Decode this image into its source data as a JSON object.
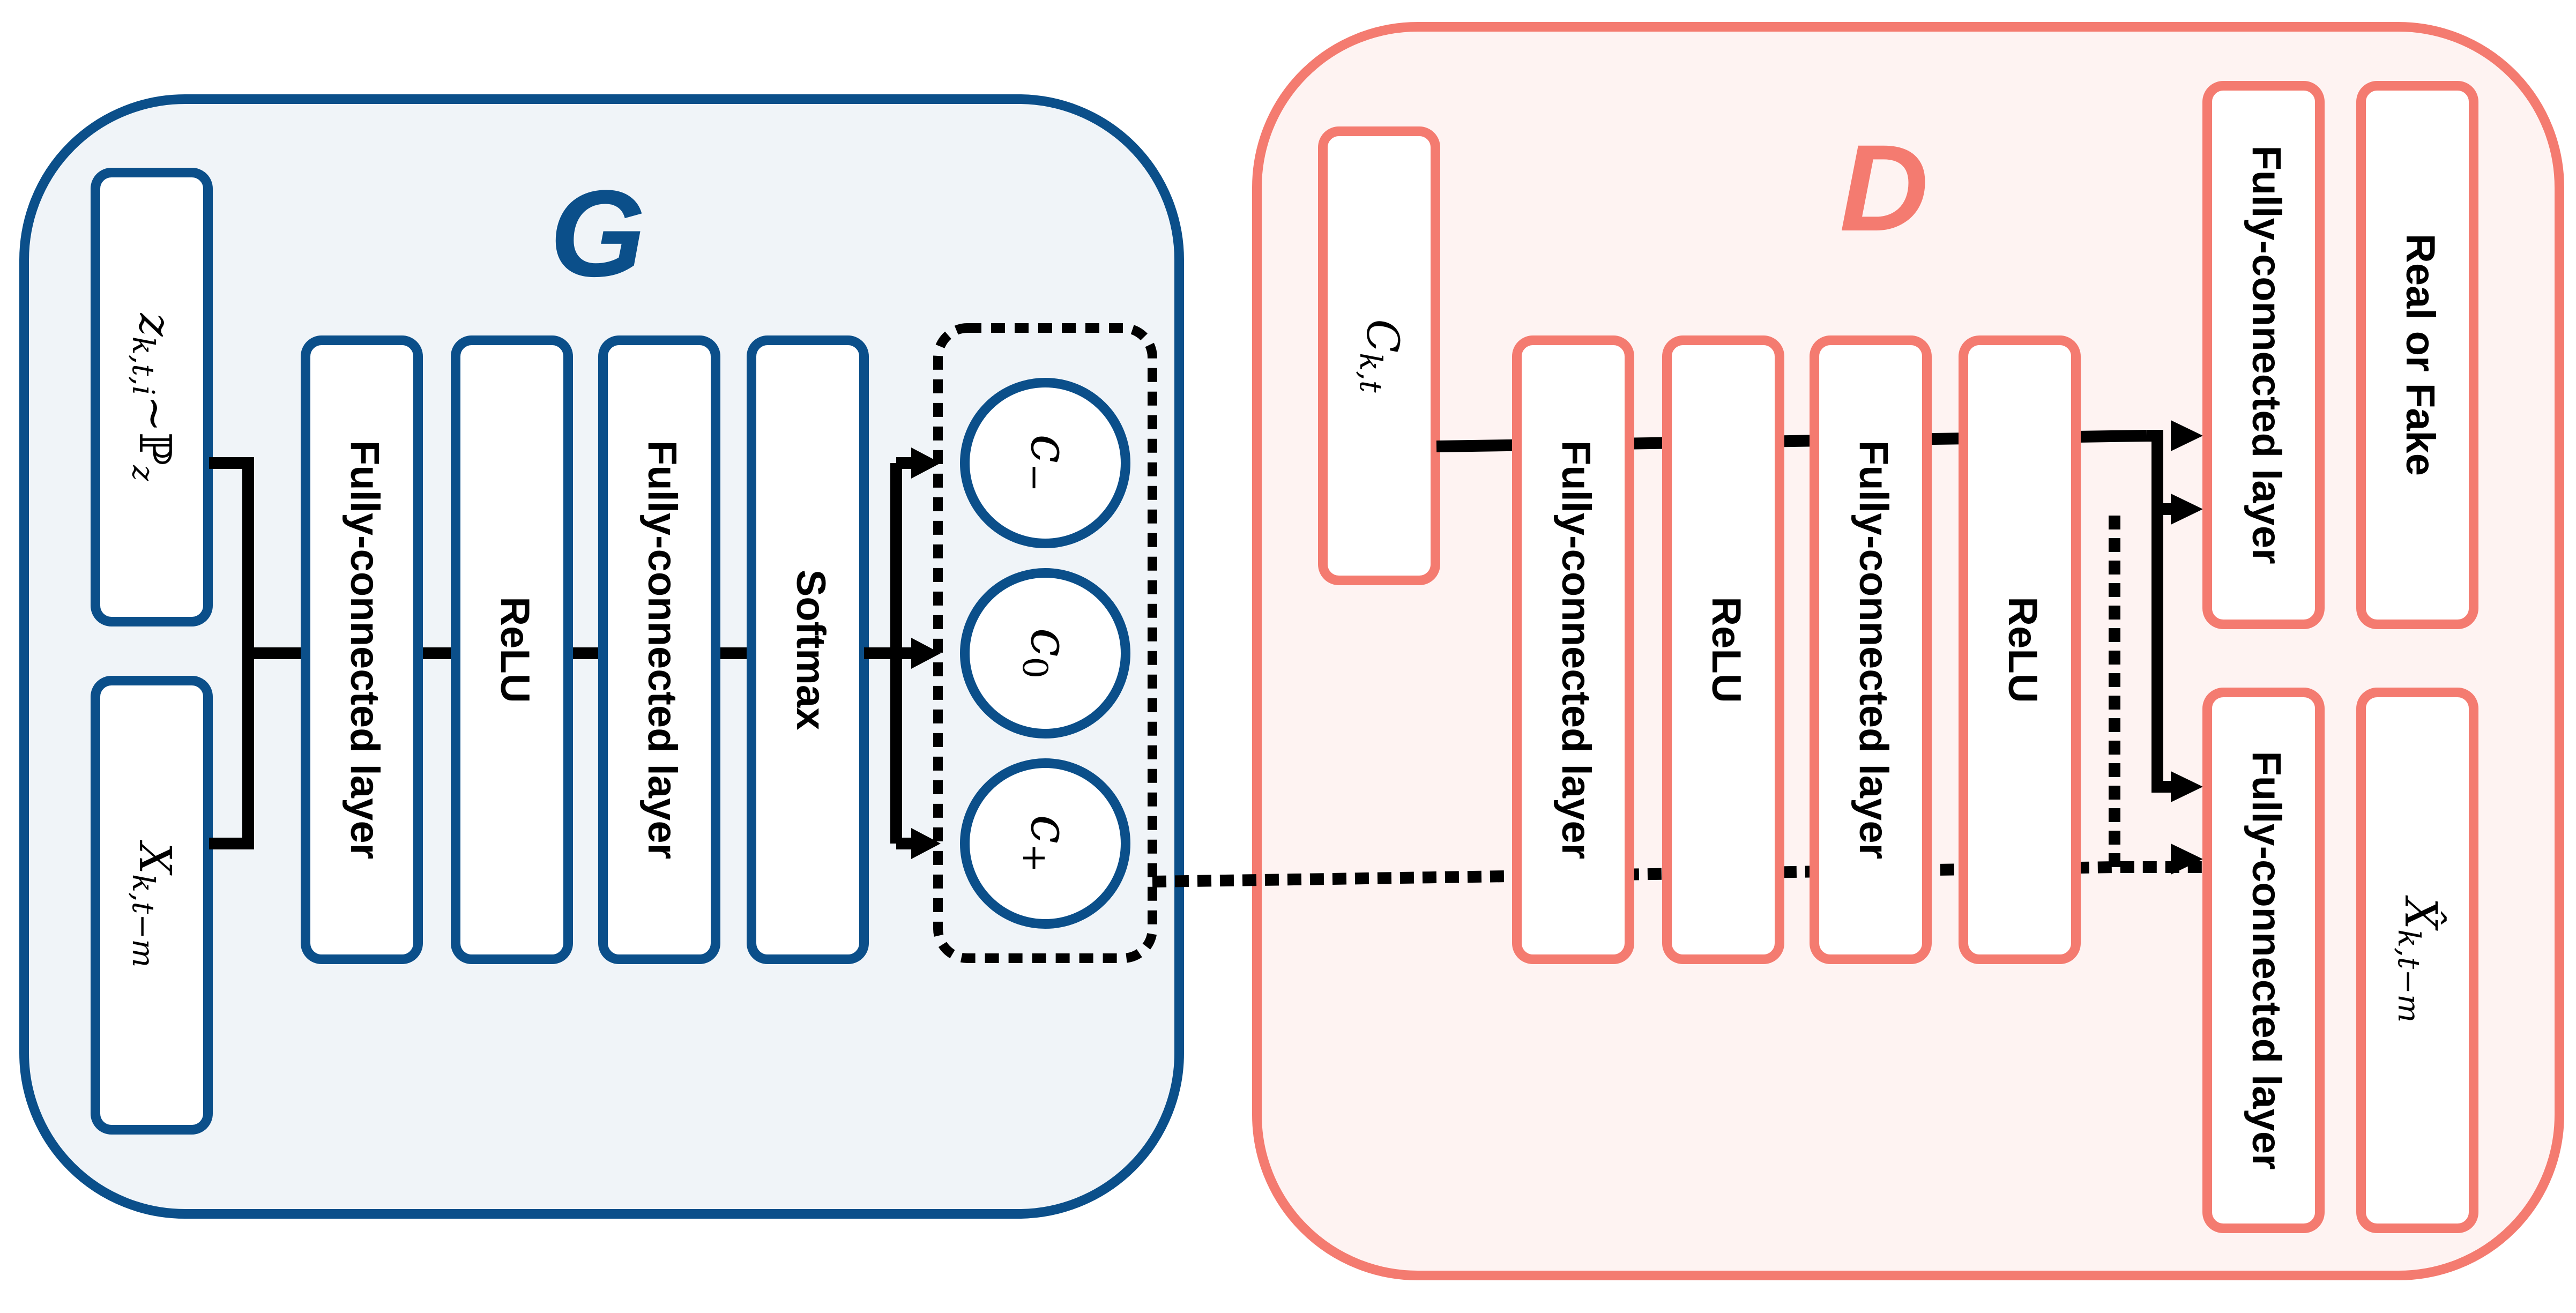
{
  "colors": {
    "generator_border": "#0b4f8a",
    "generator_fill": "#f0f4f8",
    "discriminator_border": "#f47b70",
    "discriminator_fill": "#fef3f2"
  },
  "generator": {
    "title": "G",
    "input_noise": "z",
    "input_noise_sub": "k,t,i",
    "input_noise_dist": "∼ℙ",
    "input_noise_dist_sub": "z",
    "input_x": "X",
    "input_x_sub": "k,t−m",
    "layers": [
      "Fully-connected layer",
      "ReLU",
      "Fully-connected layer",
      "Softmax"
    ],
    "classes": [
      {
        "symbol": "c",
        "sub": "−"
      },
      {
        "symbol": "c",
        "sub": "0"
      },
      {
        "symbol": "c",
        "sub": "+"
      }
    ]
  },
  "discriminator": {
    "title": "D",
    "input_c": "C",
    "input_c_sub": "k,t",
    "layers": [
      "Fully-connected layer",
      "ReLU",
      "Fully-connected layer",
      "ReLU"
    ],
    "head_real_fake": "Fully-connected layer",
    "output_real_fake": "Real or Fake",
    "head_reconstruct": "Fully-connected layer",
    "output_reconstruct": "X̂",
    "output_reconstruct_sub": "k,t−m"
  }
}
